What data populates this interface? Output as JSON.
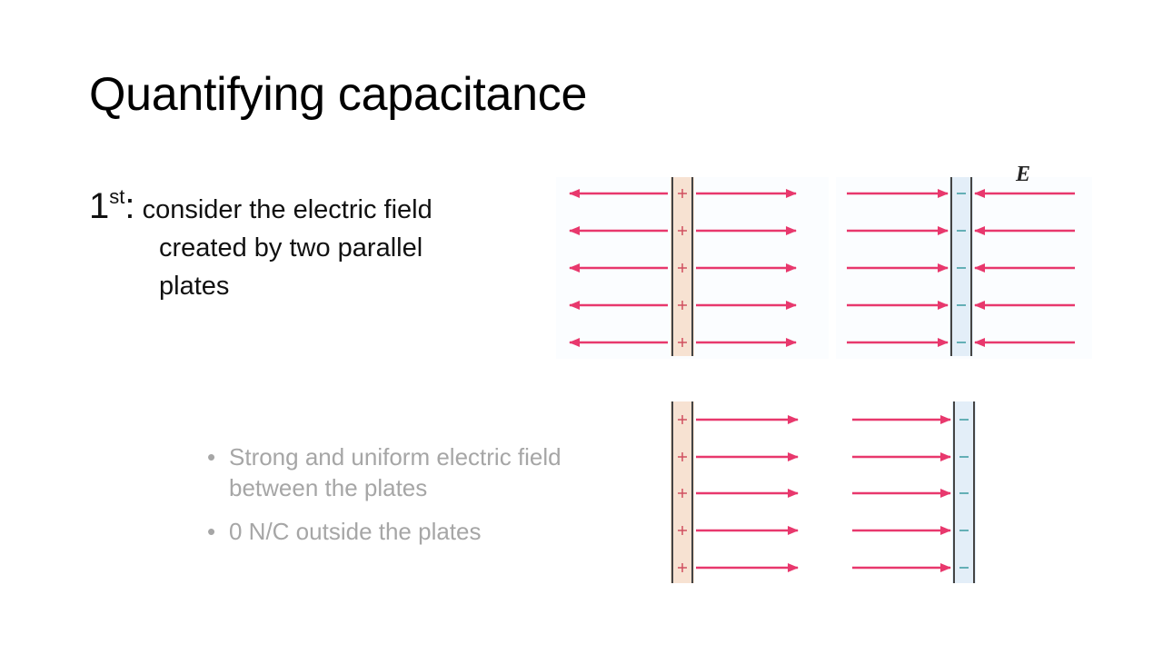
{
  "slide": {
    "title": "Quantifying capacitance",
    "step": {
      "number": "1",
      "suffix": "st",
      "colon": ":",
      "line1": "consider the electric field",
      "line2": "created by two parallel",
      "line3": "plates"
    },
    "bullets": [
      "Strong and uniform electric field between the plates",
      "0 N/C outside the plates"
    ]
  },
  "diagram": {
    "field_label": "E",
    "colors": {
      "arrow": "#e8386d",
      "positive_plate_fill": "#f7e2d2",
      "negative_plate_fill": "#e3eef8",
      "plate_line": "#444444",
      "positive_mark": "#d05060",
      "negative_mark": "#3a9aa0"
    }
  }
}
